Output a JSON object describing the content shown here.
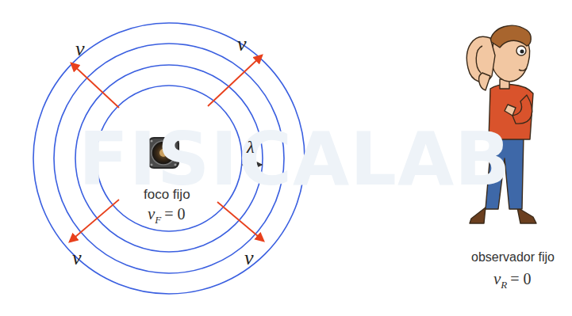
{
  "diagram": {
    "labels": [
      "FISICALAB",
      "v",
      "v",
      "v",
      "v",
      "λ",
      "foco fijo",
      "v",
      "F",
      "= 0",
      "observador fijo",
      "v",
      "R",
      "= 0"
    ]
  }
}
